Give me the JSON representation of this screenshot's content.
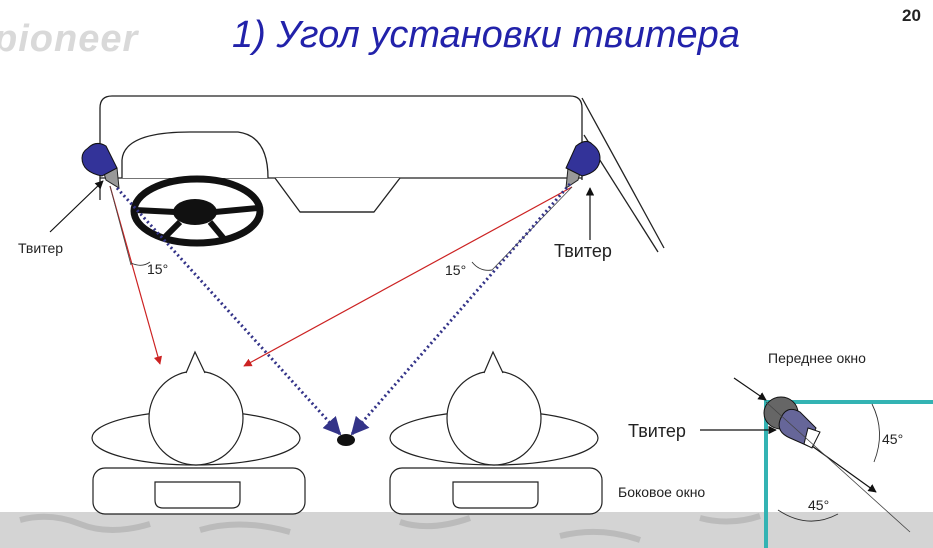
{
  "header": {
    "logo_text": "pioneer",
    "title": "1)  Угол установки твитера",
    "page_number": "20"
  },
  "labels": {
    "tweeter_left": "Твитер",
    "tweeter_right": "Твитер",
    "angle_left": "15°",
    "angle_right": "15°",
    "front_window": "Переднее окно",
    "tweeter_inset": "Твитер",
    "angle_inset_1": "45°",
    "angle_inset_2": "45°",
    "side_window": "Боковое окно"
  },
  "colors": {
    "title": "#2222aa",
    "tweeter_fill": "#333399",
    "tweeter_tip": "#999999",
    "red_lines": "#cc2222",
    "dotted_lines": "#333388",
    "window_frame": "#33b3b3",
    "inset_body": "#666666",
    "inset_tweeter": "#666699"
  }
}
